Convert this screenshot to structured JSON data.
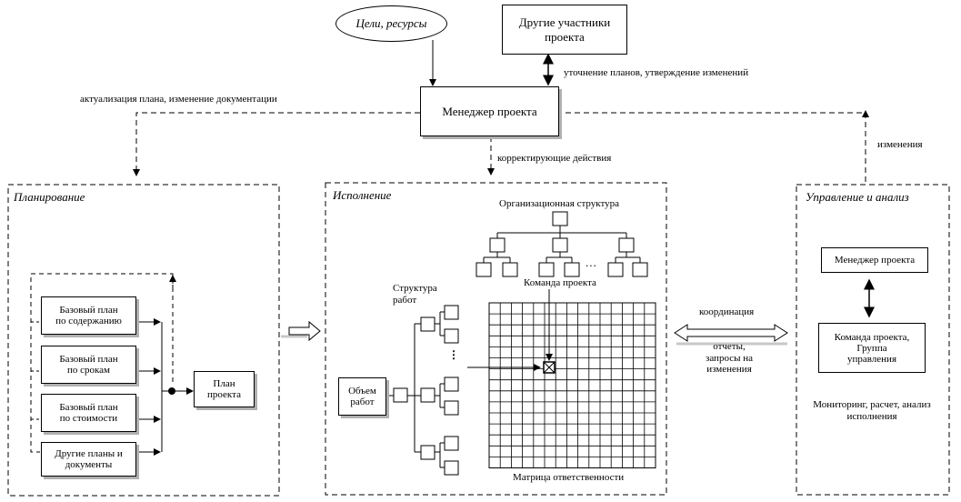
{
  "top": {
    "goals": "Цели, ресурсы",
    "others": [
      "Другие участники",
      "проекта"
    ],
    "manager": "Менеджер проекта",
    "refine": "уточнение планов, утверждение изменений",
    "actualize": "актуализация плана, изменение документации",
    "corrective": "корректирующие действия",
    "changes": "изменения"
  },
  "planning": {
    "title": "Планирование",
    "items": [
      [
        "Базовый план",
        "по содержанию"
      ],
      [
        "Базовый план",
        "по срокам"
      ],
      [
        "Базовый план",
        "по стоимости"
      ],
      [
        "Другие планы и",
        "документы"
      ]
    ],
    "plan": [
      "План",
      "проекта"
    ]
  },
  "execution": {
    "title": "Исполнение",
    "org": "Организационная структура",
    "team": "Команда проекта",
    "wbs": [
      "Структура",
      "работ"
    ],
    "scope": [
      "Объем",
      "работ"
    ],
    "ellipsis": "...",
    "vdots": "⋮",
    "matrix": "Матрица ответственности"
  },
  "middle": {
    "coordination": "координация",
    "reports": [
      "отчеты,",
      "запросы на",
      "изменения"
    ]
  },
  "control": {
    "title": "Управление и анализ",
    "manager": "Менеджер проекта",
    "team": [
      "Команда проекта,",
      "Группа",
      "управления"
    ],
    "monitoring": [
      "Мониторинг, расчет, анализ",
      "исполнения"
    ]
  }
}
